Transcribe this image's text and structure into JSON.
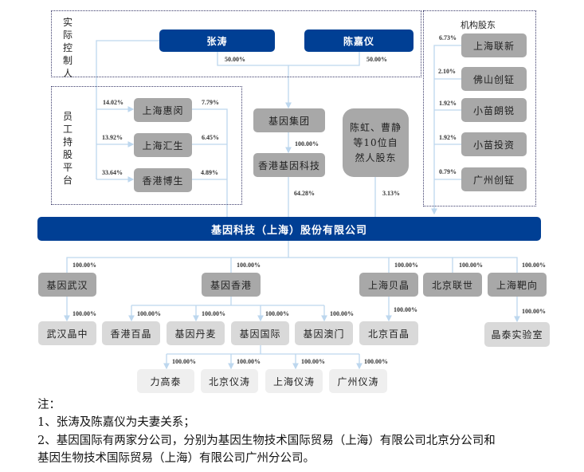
{
  "groups": {
    "controllers": "实际控制人",
    "employee_platform": "员工持股平台",
    "institutional": "机构股东"
  },
  "controllers": [
    {
      "name": "张涛",
      "pct": "50.00%"
    },
    {
      "name": "陈嘉仪",
      "pct": "50.00%"
    }
  ],
  "employee": [
    {
      "name": "上海惠闵",
      "in_pct": "14.02%",
      "out_pct": "7.79%"
    },
    {
      "name": "上海汇生",
      "in_pct": "13.92%",
      "out_pct": "6.45%"
    },
    {
      "name": "香港博生",
      "in_pct": "33.64%",
      "out_pct": "4.89%"
    }
  ],
  "group_co": {
    "name": "基因集团",
    "pct": "100.00%"
  },
  "hk_tech": {
    "name": "香港基因科技",
    "pct": "64.28%"
  },
  "natural": {
    "name": "陈虹、曹静等10位自然人股东",
    "pct": "3.13%"
  },
  "institutions": [
    {
      "name": "上海联新",
      "pct": "6.73%"
    },
    {
      "name": "佛山创钲",
      "pct": "2.10%"
    },
    {
      "name": "小苗朗锐",
      "pct": "1.92%"
    },
    {
      "name": "小苗投资",
      "pct": "1.92%"
    },
    {
      "name": "广州创钲",
      "pct": "0.79%"
    }
  ],
  "main": "基因科技（上海）股份有限公司",
  "level2": [
    {
      "name": "基因武汉",
      "pct": "100.00%"
    },
    {
      "name": "基因香港",
      "pct": "100.00%"
    },
    {
      "name": "上海贝晶",
      "pct": "100.00%"
    },
    {
      "name": "北京联世",
      "pct": "100.00%"
    },
    {
      "name": "上海靶向",
      "pct": "100.00%"
    }
  ],
  "level3": [
    {
      "name": "武汉晶中",
      "pct": "100.00%"
    },
    {
      "name": "香港百晶",
      "pct": "100.00%"
    },
    {
      "name": "基因丹麦",
      "pct": "100.00%"
    },
    {
      "name": "基因国际",
      "pct": "100.00%"
    },
    {
      "name": "基因澳门",
      "pct": "100.00%"
    },
    {
      "name": "北京百晶",
      "pct": "100.00%"
    },
    {
      "name": "晶泰实验室",
      "pct": "100.00%"
    }
  ],
  "level4": [
    {
      "name": "力高泰",
      "pct": "100.00%"
    },
    {
      "name": "北京仪涛",
      "pct": "100.00%"
    },
    {
      "name": "上海仪涛",
      "pct": "100.00%"
    },
    {
      "name": "广州仪涛",
      "pct": "100.00%"
    }
  ],
  "notes": {
    "title": "注：",
    "line1": "1、张涛及陈嘉仪为夫妻关系；",
    "line2": "2、基因国际有两家分公司，分别为基因生物技术国际贸易（上海）有限公司北京分公司和",
    "line3": "基因生物技术国际贸易（上海）有限公司广州分公司。"
  },
  "colors": {
    "primary": "#003f94",
    "line": "#bdd7ee",
    "box1": "#a8a8a8",
    "box2": "#d9d9d9",
    "box3": "#efefef"
  }
}
